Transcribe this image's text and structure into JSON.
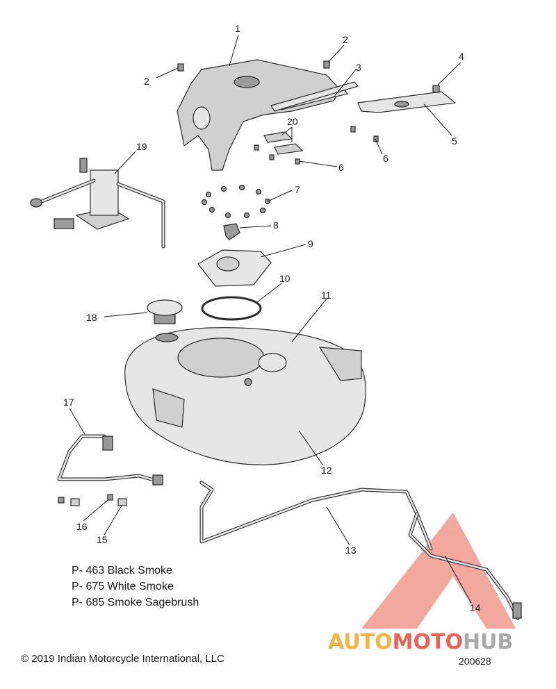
{
  "callouts": [
    "1",
    "2",
    "2",
    "3",
    "4",
    "5",
    "6",
    "6",
    "7",
    "8",
    "9",
    "10",
    "11",
    "12",
    "13",
    "14",
    "15",
    "16",
    "17",
    "18",
    "19",
    "20"
  ],
  "legend": [
    "P- 463 Black Smoke",
    "P- 675 White Smoke",
    "P- 685 Smoke Sagebrush"
  ],
  "copyright": "© 2019 Indian Motorcycle International, LLC",
  "document_number": "200628",
  "watermark": {
    "part1": "AUTO",
    "part2": "MOTO",
    "part3": "HUB",
    "color_orange": "#f5a623",
    "color_red": "#e8463a",
    "color_gray": "#9b9b9b"
  }
}
